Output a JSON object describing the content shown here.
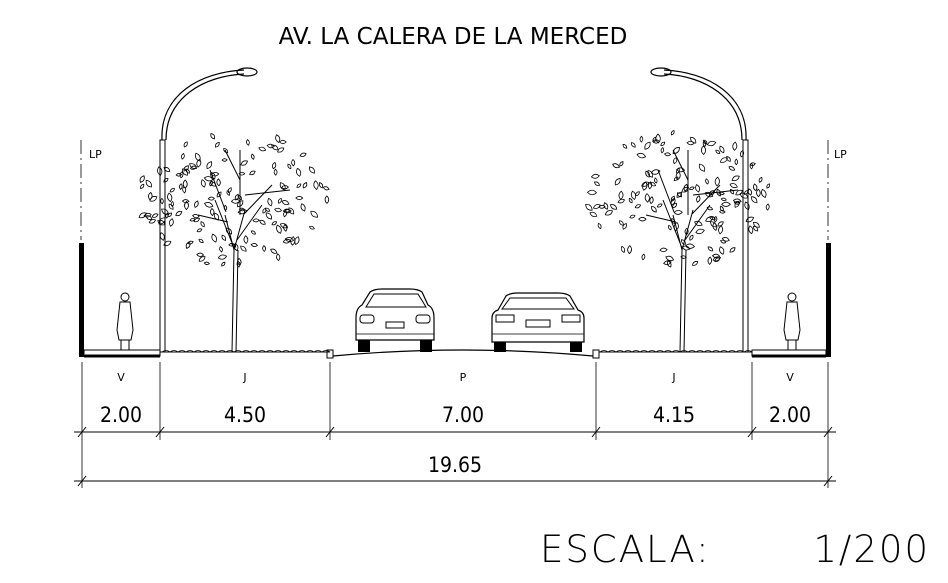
{
  "title": "AV. LA CALERA DE LA MERCED",
  "lp_left": "LP",
  "lp_right": "LP",
  "zones": [
    {
      "code": "V",
      "width": "2.00"
    },
    {
      "code": "J",
      "width": "4.50"
    },
    {
      "code": "P",
      "width": "7.00"
    },
    {
      "code": "J",
      "width": "4.15"
    },
    {
      "code": "V",
      "width": "2.00"
    }
  ],
  "total_width": "19.65",
  "scale_label": "ESCALA:",
  "scale_value": "1/200"
}
